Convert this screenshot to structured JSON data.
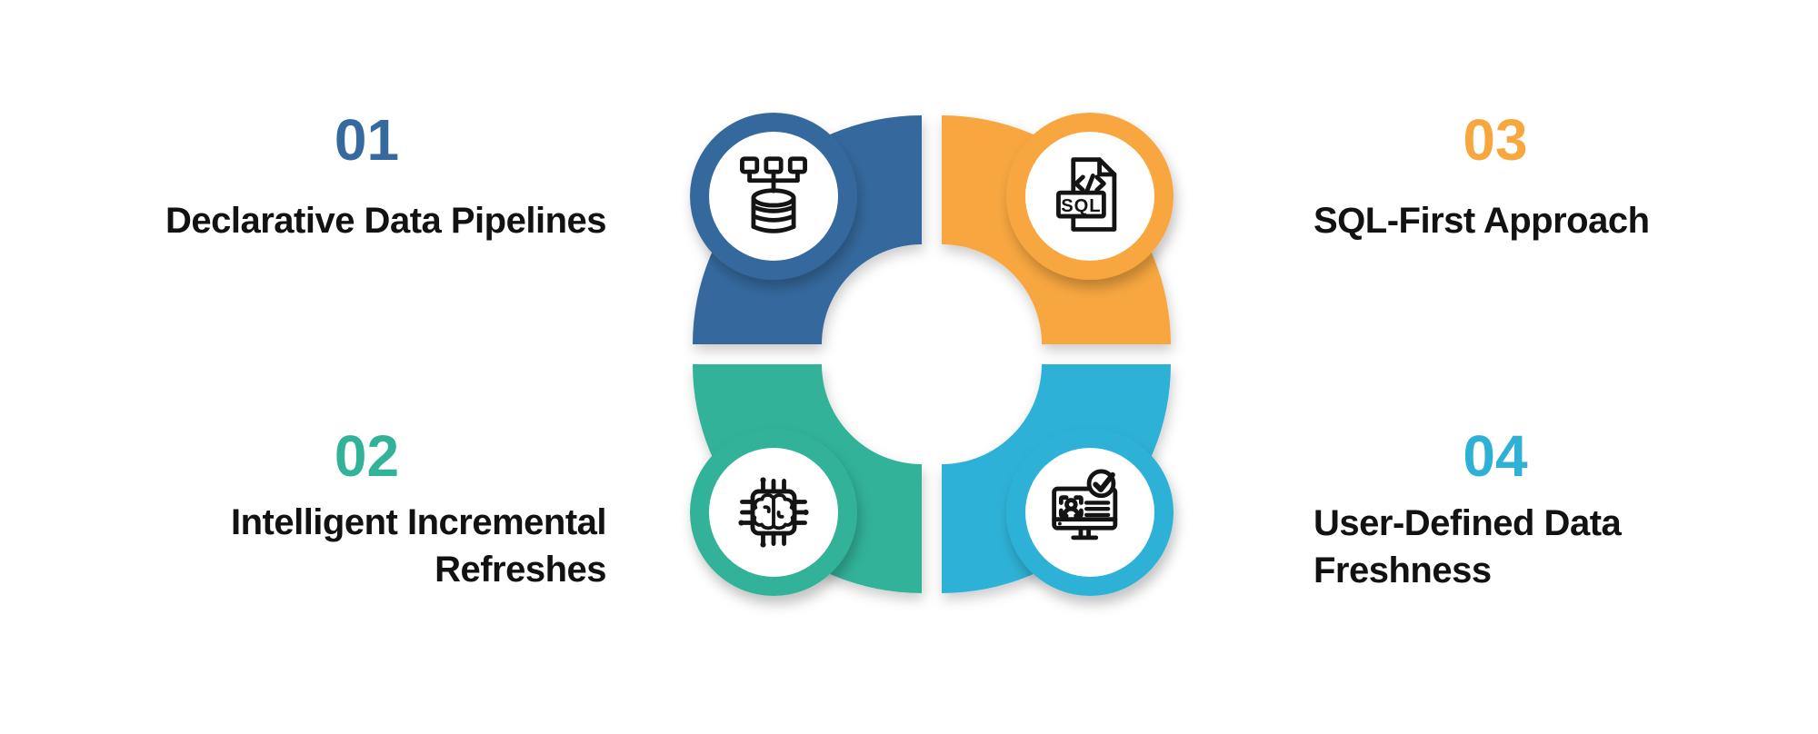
{
  "theme": {
    "background": "#ffffff",
    "label_text_color": "#121212",
    "blue": "#36699E",
    "teal": "#31B299",
    "orange": "#F8A73F",
    "cyan": "#2FB1D6"
  },
  "items": [
    {
      "number": "01",
      "label": "Declarative Data Pipelines",
      "accent": "#36699E",
      "icon": "data-pipeline-icon",
      "position": "top-left"
    },
    {
      "number": "02",
      "label": "Intelligent Incremental\nRefreshes",
      "accent": "#31B299",
      "icon": "ai-chip-brain-icon",
      "position": "bottom-left"
    },
    {
      "number": "03",
      "label": "SQL-First Approach",
      "accent": "#F8A73F",
      "icon": "sql-file-icon",
      "position": "top-right"
    },
    {
      "number": "04",
      "label": "User-Defined Data\nFreshness",
      "accent": "#2FB1D6",
      "icon": "monitor-user-check-icon",
      "position": "bottom-right"
    }
  ],
  "icon_text": {
    "sql": "SQL"
  }
}
